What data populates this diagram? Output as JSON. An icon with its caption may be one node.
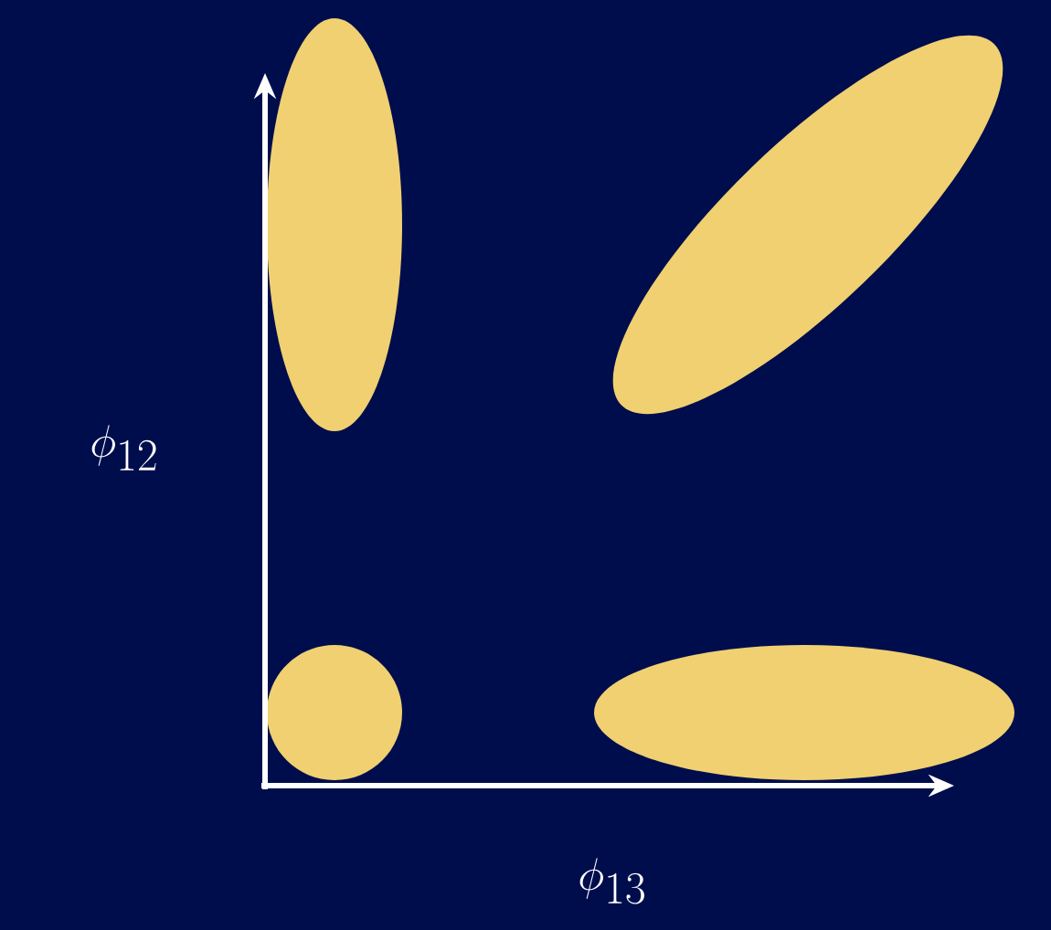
{
  "diagram": {
    "nodes": [
      {
        "text": [],
        "shape": "ellipse"
      },
      {
        "text": [],
        "shape": "ellipse"
      },
      {
        "text": [],
        "shape": "circle"
      },
      {
        "text": [],
        "shape": "ellipse"
      }
    ],
    "labels": [
      "\\phi_{12}",
      "\\phi_{13}"
    ]
  }
}
